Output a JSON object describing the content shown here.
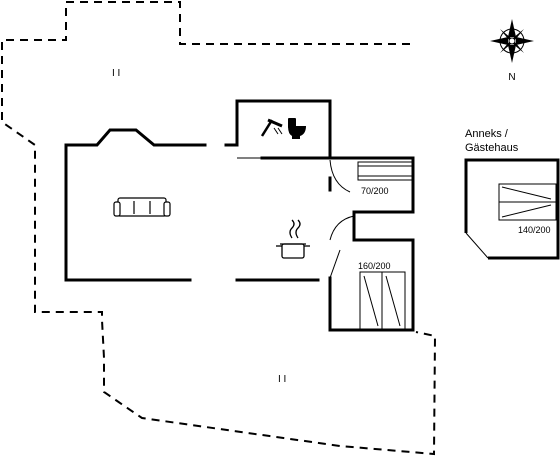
{
  "compass": {
    "north_label": "N"
  },
  "annex": {
    "title_line1": "Anneks /",
    "title_line2": "Gästehaus",
    "bed_label": "140/200"
  },
  "bedrooms": [
    {
      "bed_label": "70/200"
    },
    {
      "bed_label": "160/200"
    }
  ],
  "icons": {
    "shower": "shower-icon",
    "toilet": "toilet-icon",
    "sofa": "sofa-icon",
    "cooking_pot": "cooking-pot-icon",
    "compass": "compass-rose-icon"
  },
  "terrace_marks": [
    "I I",
    "I I"
  ]
}
